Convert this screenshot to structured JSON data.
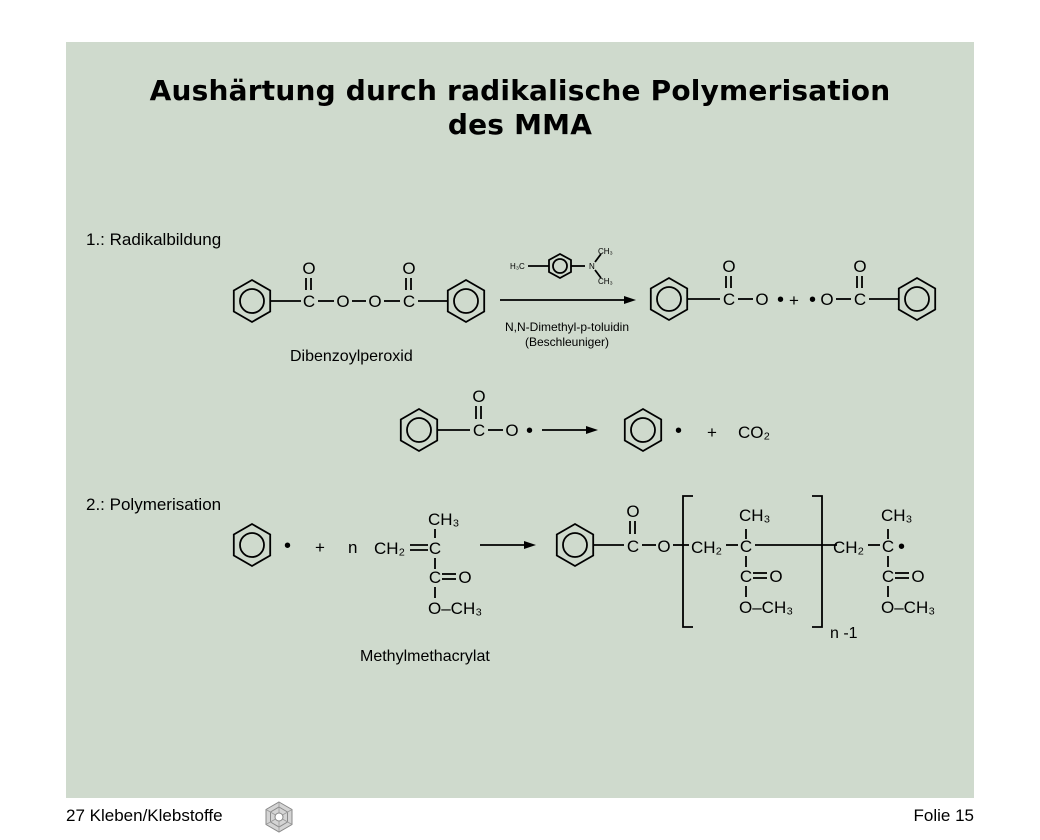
{
  "slide": {
    "title_line1": "Aushärtung durch radikalische Polymerisation",
    "title_line2": "des MMA"
  },
  "section1": {
    "heading": "1.: Radikalbildung",
    "reactant_name": "Dibenzoylperoxid",
    "accelerator_name": "N,N-Dimethyl-p-toluidin",
    "accelerator_role": "(Beschleuniger)",
    "label_h3c": "H₃C",
    "label_n": "N",
    "label_ch3": "CH₃",
    "atom_c": "C",
    "atom_o": "O",
    "plus": "+",
    "radical_dot": "•",
    "product_co2": "CO₂"
  },
  "section2": {
    "heading": "2.: Polymerisation",
    "coefficient_n": "n",
    "monomer_name": "Methylmethacrylat",
    "group_ch3": "CH₃",
    "group_ch2": "CH₂",
    "group_och3": "O–CH₃",
    "repeat_label": "n -1"
  },
  "footer": {
    "left": "27 Kleben/Klebstoffe",
    "right": "Folie 15",
    "logo_icon": "hexagon-logo-icon"
  }
}
